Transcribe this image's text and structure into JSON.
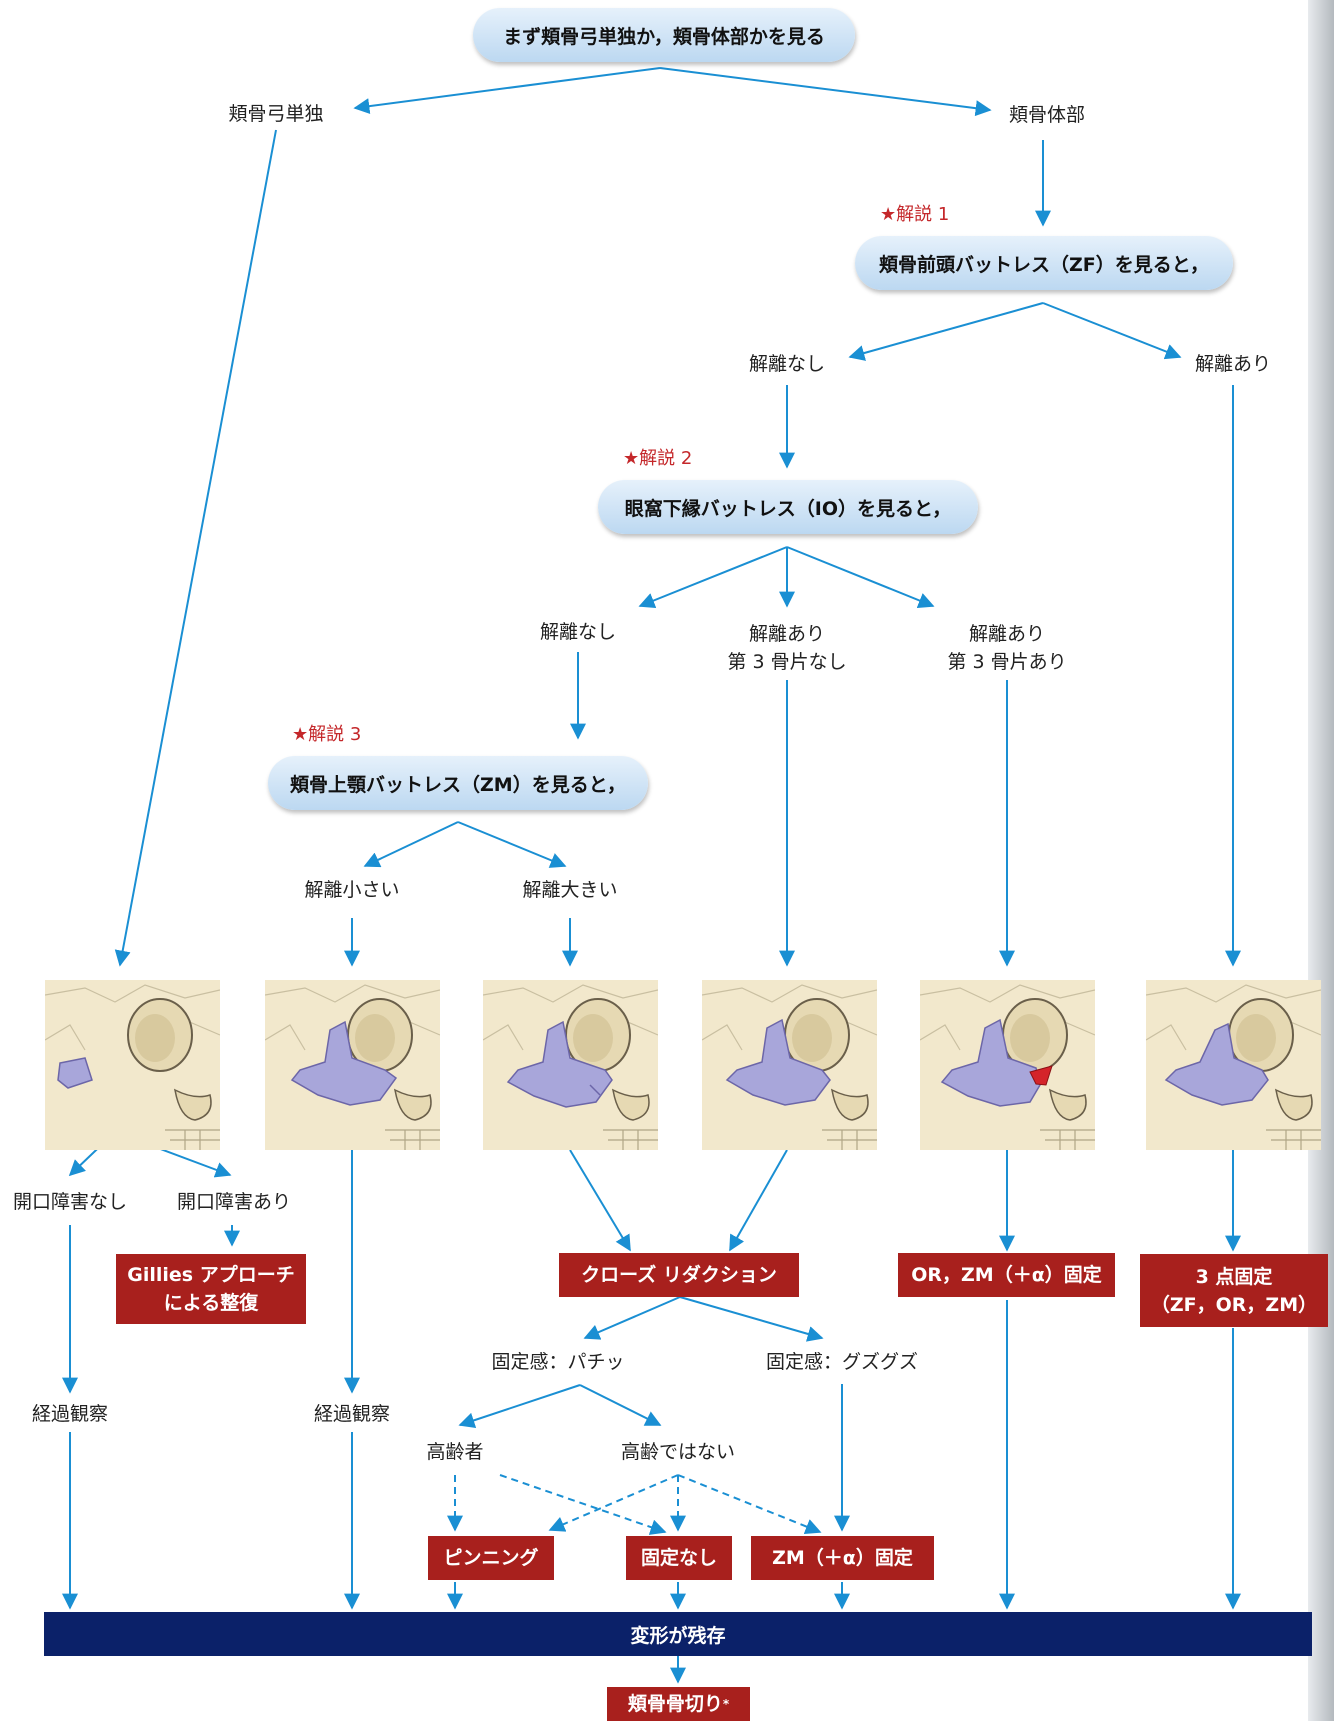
{
  "top": "まず頬骨弓単独か，頬骨体部かを見る",
  "branch_arch": "頬骨弓単独",
  "branch_body": "頬骨体部",
  "note1": "★解説 1",
  "zf": "頬骨前頭バットレス（ZF）を見ると，",
  "zf_none": "解離なし",
  "zf_yes": "解離あり",
  "note2": "★解説 2",
  "io": "眼窩下縁バットレス（IO）を見ると，",
  "io_none": "解離なし",
  "io_yes_no3": [
    "解離あり",
    "第 3 骨片なし"
  ],
  "io_yes_3": [
    "解離あり",
    "第 3 骨片あり"
  ],
  "note3": "★解説 3",
  "zm": "頬骨上顎バットレス（ZM）を見ると，",
  "zm_small": "解離小さい",
  "zm_large": "解離大きい",
  "no_trismus": "開口障害なし",
  "trismus": "開口障害あり",
  "gillies": [
    "Gillies アプローチ",
    "による整復"
  ],
  "closed_reduction": "クローズ リダクション",
  "or_zm": "OR，ZM（＋α）固定",
  "three_point": [
    "3 点固定",
    "（ZF，OR，ZM）"
  ],
  "observe1": "経過観察",
  "observe2": "経過観察",
  "fix_snap": "固定感：パチッ",
  "fix_loose": "固定感：グズグズ",
  "elderly": "高齢者",
  "not_elderly": "高齢ではない",
  "pinning": "ピンニング",
  "no_fixation": "固定なし",
  "zm_fix": "ZM（＋α）固定",
  "deformity": "変形が残存",
  "osteotomy": "頬骨骨切り",
  "asterisk": "*",
  "colors": {
    "arrow": "#1a8fd3",
    "red_box": "#a8201d",
    "navy_bar": "#0b2169",
    "fracture": "#a8a6da",
    "bone": "#f2e8cc"
  }
}
